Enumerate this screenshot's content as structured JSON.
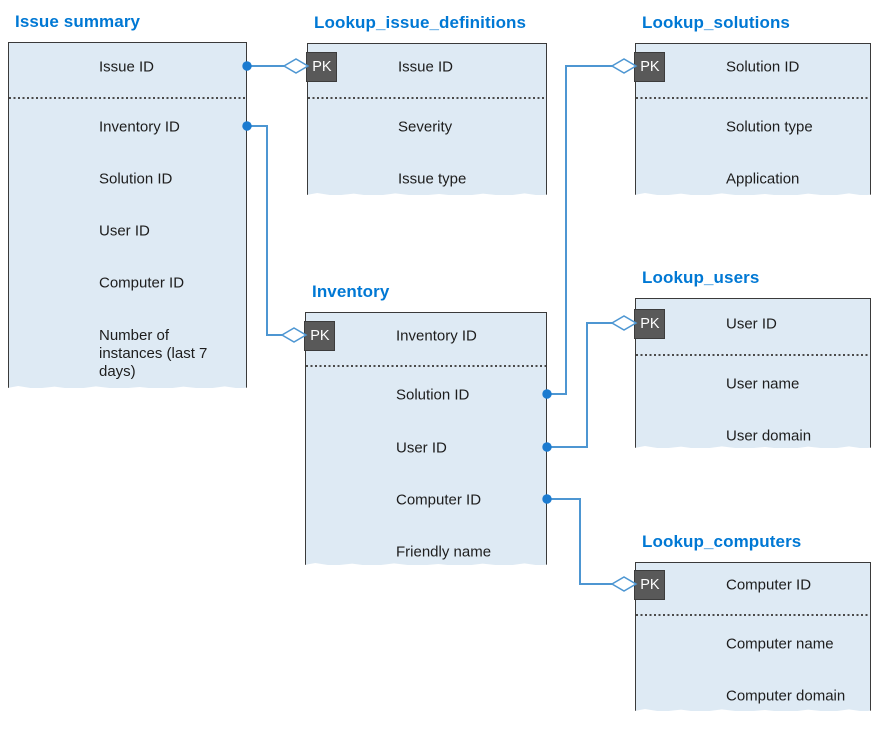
{
  "pk_label": "PK",
  "colors": {
    "title": "#0078D4",
    "table_fill": "#DEEAF4",
    "table_border": "#3A3A3A",
    "pk_fill": "#595959",
    "connector": "#4D96D2",
    "dot": "#1B7BD0"
  },
  "tables": [
    {
      "title": "Issue summary",
      "rows": [
        "Issue ID",
        "Inventory ID",
        "Solution ID",
        "User ID",
        "Computer ID",
        "Number of instances (last 7 days)"
      ]
    },
    {
      "title": "Lookup_issue_definitions",
      "rows": [
        "Issue ID",
        "Severity",
        "Issue type"
      ]
    },
    {
      "title": "Lookup_solutions",
      "rows": [
        "Solution ID",
        "Solution type",
        "Application"
      ]
    },
    {
      "title": "Inventory",
      "rows": [
        "Inventory ID",
        "Solution ID",
        "User ID",
        "Computer ID",
        "Friendly name"
      ]
    },
    {
      "title": "Lookup_users",
      "rows": [
        "User ID",
        "User name",
        "User domain"
      ]
    },
    {
      "title": "Lookup_computers",
      "rows": [
        "Computer ID",
        "Computer name",
        "Computer domain"
      ]
    }
  ],
  "relationships": [
    {
      "from": "Issue summary.Issue ID",
      "to": "Lookup_issue_definitions.Issue ID",
      "many_end": "filled-dot",
      "one_end": "open-diamond"
    },
    {
      "from": "Issue summary.Inventory ID",
      "to": "Inventory.Inventory ID",
      "many_end": "filled-dot",
      "one_end": "open-diamond"
    },
    {
      "from": "Inventory.Solution ID",
      "to": "Lookup_solutions.Solution ID",
      "many_end": "filled-dot",
      "one_end": "open-diamond"
    },
    {
      "from": "Inventory.User ID",
      "to": "Lookup_users.User ID",
      "many_end": "filled-dot",
      "one_end": "open-diamond"
    },
    {
      "from": "Inventory.Computer ID",
      "to": "Lookup_computers.Computer ID",
      "many_end": "filled-dot",
      "one_end": "open-diamond"
    }
  ]
}
